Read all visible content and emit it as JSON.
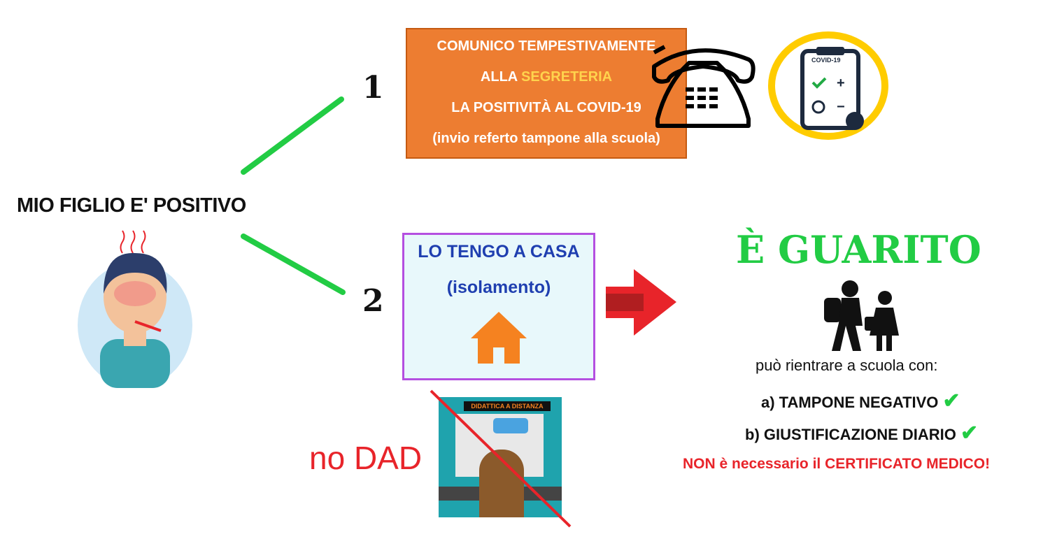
{
  "title": "MIO FIGLIO E' POSITIVO",
  "step1": {
    "number": "1",
    "line1": "COMUNICO TEMPESTIVAMENTE",
    "line2_prefix": "ALLA ",
    "line2_highlight": "SEGRETERIA",
    "line3": "LA POSITIVITÀ AL COVID-19",
    "line4": "(invio referto tampone alla scuola)",
    "clipboard_label": "COVID-19"
  },
  "step2": {
    "number": "2",
    "line1": "LO TENGO A CASA",
    "line2": "(isolamento)"
  },
  "dad": {
    "label": "no DAD",
    "banner": "DIDATTICA A DISTANZA"
  },
  "result": {
    "heading": "È GUARITO",
    "intro": "può rientrare a scuola con:",
    "option_a": "a) TAMPONE NEGATIVO",
    "option_b": "b) GIUSTIFICAZIONE DIARIO",
    "warning": "NON è necessario il CERTIFICATO MEDICO!"
  },
  "colors": {
    "orange": "#ed7d31",
    "green": "#22cc44",
    "red": "#e8242a",
    "purple": "#b44fe0",
    "yellow": "#ffd34d"
  }
}
